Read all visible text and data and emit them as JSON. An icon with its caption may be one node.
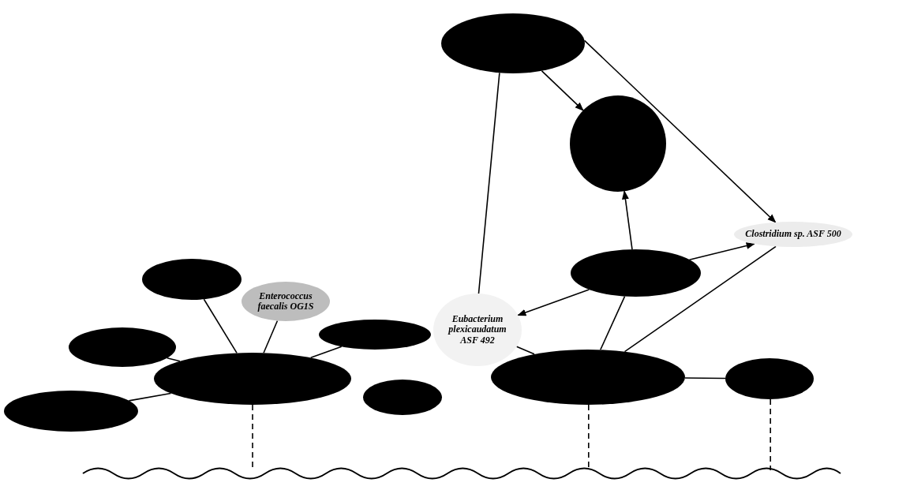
{
  "diagram": {
    "nodes": [
      {
        "text": [],
        "shape": "ellipse"
      },
      {
        "text": [],
        "shape": "circle"
      },
      {
        "text": [],
        "shape": "ellipse"
      },
      {
        "text": [
          "Clostridium sp. ASF 500"
        ]
      },
      {
        "text": [
          "Eubacterium plexicaudatum ASF 492"
        ]
      },
      {
        "text": [],
        "shape": "ellipse"
      },
      {
        "text": [],
        "shape": "ellipse"
      },
      {
        "text": [],
        "shape": "ellipse"
      },
      {
        "text": [
          "Enterococcus faecalis OG1S"
        ]
      },
      {
        "text": [],
        "shape": "ellipse"
      },
      {
        "text": [],
        "shape": "ellipse"
      },
      {
        "text": [],
        "shape": "ellipse"
      },
      {
        "text": [],
        "shape": "ellipse"
      },
      {
        "text": [],
        "shape": "ellipse"
      },
      {
        "text": [],
        "shape": "wave"
      }
    ],
    "edges": [
      {
        "from": 0,
        "to": 1,
        "arrow": "to"
      },
      {
        "from": 0,
        "to": 4,
        "arrow": "none"
      },
      {
        "from": 0,
        "to": 3,
        "arrow": "to"
      },
      {
        "from": 2,
        "to": 1,
        "arrow": "to"
      },
      {
        "from": 2,
        "to": 3,
        "arrow": "to"
      },
      {
        "from": 2,
        "to": 4,
        "arrow": "to"
      },
      {
        "from": 5,
        "to": 2,
        "arrow": "none"
      },
      {
        "from": 4,
        "to": 5,
        "arrow": "none"
      },
      {
        "from": 5,
        "to": 3,
        "arrow": "none"
      },
      {
        "from": 5,
        "to": 6,
        "arrow": "none"
      },
      {
        "from": 11,
        "to": 7,
        "arrow": "none"
      },
      {
        "from": 11,
        "to": 8,
        "arrow": "none"
      },
      {
        "from": 11,
        "to": 9,
        "arrow": "none"
      },
      {
        "from": 11,
        "to": 10,
        "arrow": "none"
      },
      {
        "from": 11,
        "to": 13,
        "arrow": "none"
      },
      {
        "from": 11,
        "to": 14,
        "arrow": "none",
        "style": "dashed"
      },
      {
        "from": 5,
        "to": 14,
        "arrow": "none",
        "style": "dashed"
      },
      {
        "from": 6,
        "to": 14,
        "arrow": "none",
        "style": "dashed"
      }
    ]
  }
}
